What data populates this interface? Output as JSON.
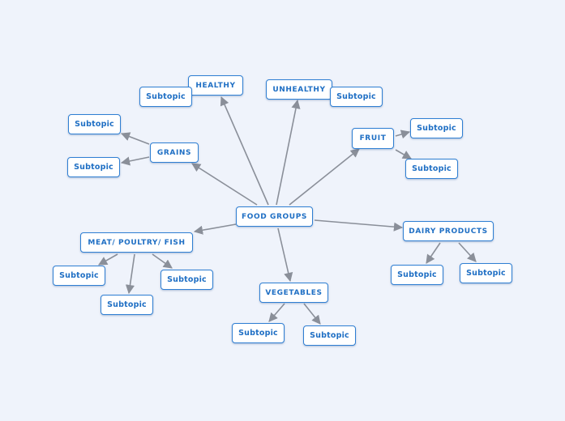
{
  "map": {
    "colors": {
      "background": "#eff3fb",
      "node_border": "#2f7fd3",
      "node_text": "#1f6fc4",
      "edge": "#8a8f99"
    },
    "central": "FOOD GROUPS",
    "topics": {
      "healthy": {
        "label": "HEALTHY",
        "subtopics": [
          "Subtopic"
        ]
      },
      "unhealthy": {
        "label": "UNHEALTHY",
        "subtopics": [
          "Subtopic"
        ]
      },
      "fruit": {
        "label": "FRUIT",
        "subtopics": [
          "Subtopic",
          "Subtopic"
        ]
      },
      "grains": {
        "label": "GRAINS",
        "subtopics": [
          "Subtopic",
          "Subtopic"
        ]
      },
      "dairy": {
        "label": "DAIRY PRODUCTS",
        "subtopics": [
          "Subtopic",
          "Subtopic"
        ]
      },
      "meat": {
        "label": "MEAT/ POULTRY/ FISH",
        "subtopics": [
          "Subtopic",
          "Subtopic",
          "Subtopic"
        ]
      },
      "vegetables": {
        "label": "VEGETABLES",
        "subtopics": [
          "Subtopic",
          "Subtopic"
        ]
      }
    }
  }
}
